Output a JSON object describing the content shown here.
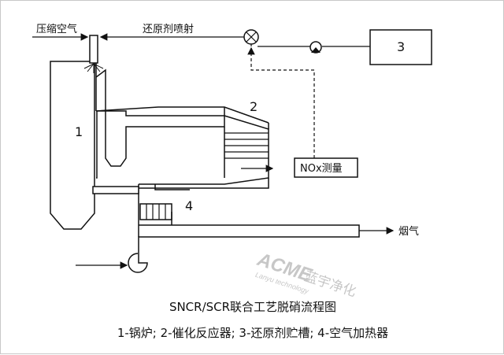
{
  "labels": {
    "compressed_air": "压缩空气",
    "reductant_injection": "还原剂喷射",
    "flue_gas": "烟气",
    "nox_measurement": "NOx测量",
    "num_1": "1",
    "num_2": "2",
    "num_3": "3",
    "num_4": "4"
  },
  "watermark": {
    "brand": "ACME",
    "cn": "蓝宇净化",
    "en": "Lanyu technology"
  },
  "title": "SNCR/SCR联合工艺脱硝流程图",
  "legend": "1-锅炉; 2-催化反应器; 3-还原剂贮槽; 4-空气加热器",
  "colors": {
    "line": "#111111",
    "background": "#ffffff",
    "watermark": "#9a9a9a"
  }
}
